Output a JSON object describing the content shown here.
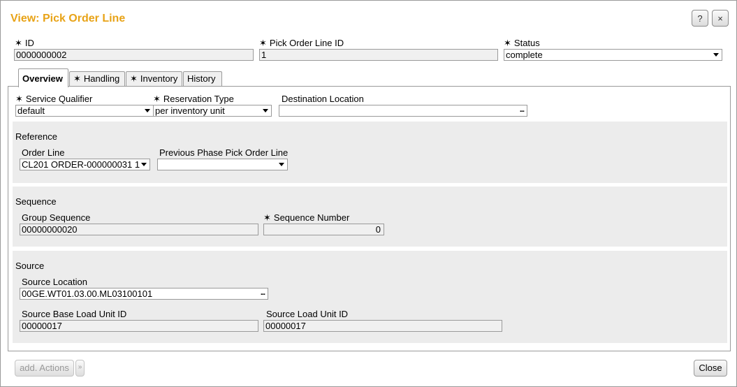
{
  "window": {
    "title": "View: Pick Order Line",
    "help_label": "?",
    "close_label": "×"
  },
  "header": {
    "id": {
      "label": "ID",
      "value": "0000000002"
    },
    "pick_order_line_id": {
      "label": "Pick Order Line ID",
      "value": "1"
    },
    "status": {
      "label": "Status",
      "value": "complete"
    }
  },
  "tabs": [
    {
      "label": "Overview",
      "required": false,
      "active": true
    },
    {
      "label": "Handling",
      "required": true,
      "active": false
    },
    {
      "label": "Inventory",
      "required": true,
      "active": false
    },
    {
      "label": "History",
      "required": false,
      "active": false
    }
  ],
  "overview": {
    "service_qualifier": {
      "label": "Service Qualifier",
      "value": "default"
    },
    "reservation_type": {
      "label": "Reservation Type",
      "value": "per inventory unit"
    },
    "destination_location": {
      "label": "Destination Location",
      "value": ""
    },
    "reference": {
      "title": "Reference",
      "order_line": {
        "label": "Order Line",
        "value": "CL201 ORDER-000000031 1"
      },
      "previous_phase": {
        "label": "Previous Phase Pick Order Line",
        "value": ""
      }
    },
    "sequence": {
      "title": "Sequence",
      "group_sequence": {
        "label": "Group Sequence",
        "value": "00000000020"
      },
      "sequence_number": {
        "label": "Sequence Number",
        "value": "0"
      }
    },
    "source": {
      "title": "Source",
      "source_location": {
        "label": "Source Location",
        "value": "00GE.WT01.03.00.ML03100101"
      },
      "source_base_load_unit": {
        "label": "Source Base Load Unit ID",
        "value": "00000017"
      },
      "source_load_unit": {
        "label": "Source Load Unit ID",
        "value": "00000017"
      }
    }
  },
  "footer": {
    "add_actions_label": "add. Actions",
    "close_label": "Close"
  },
  "glyphs": {
    "required": "✶",
    "ellipsis": "...",
    "chevron": "»"
  }
}
